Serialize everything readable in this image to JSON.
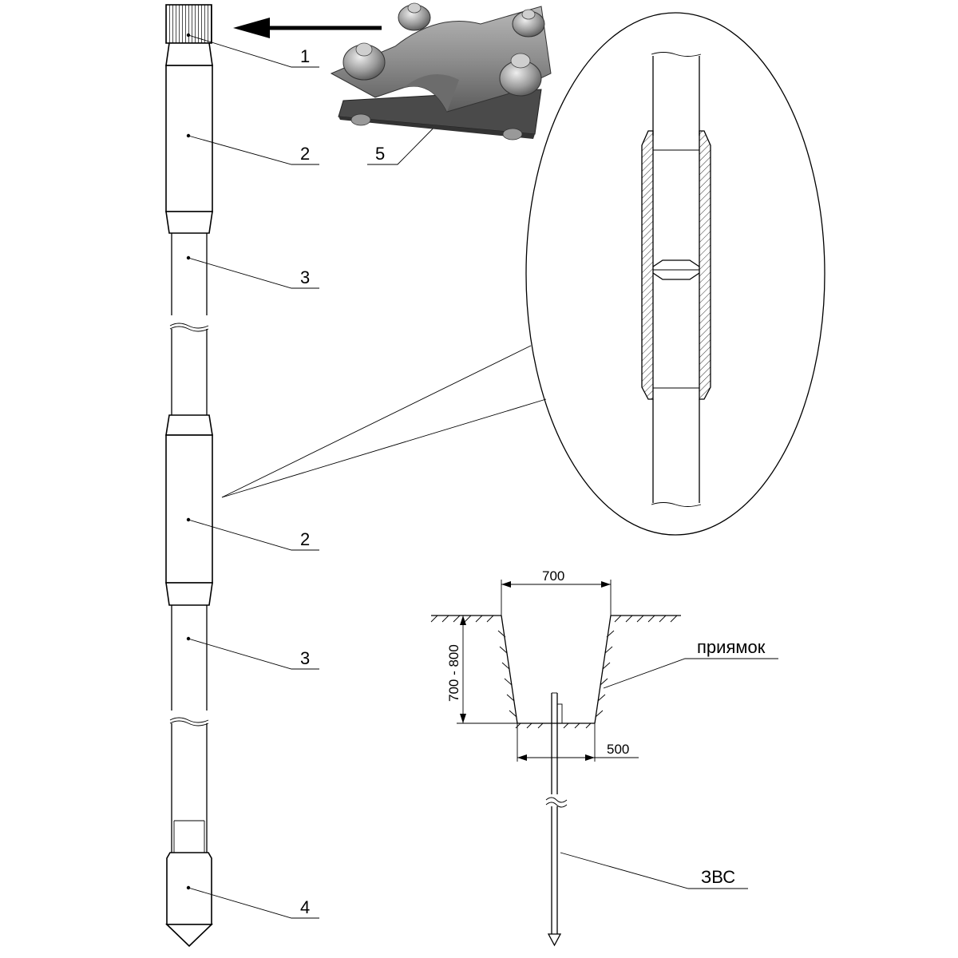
{
  "labels": {
    "cap": "1",
    "coupling_top": "2",
    "rod_top": "3",
    "coupling_mid": "2",
    "rod_mid": "3",
    "tip": "4",
    "clamp": "5"
  },
  "pit": {
    "top_width": "700",
    "depth": "700 - 800",
    "bottom_width": "500",
    "pit_label": "приямок",
    "electrode_label": "ЗВС"
  },
  "colors": {
    "line": "#000000",
    "background": "#ffffff",
    "photo_plate": "#8a8a8a"
  }
}
